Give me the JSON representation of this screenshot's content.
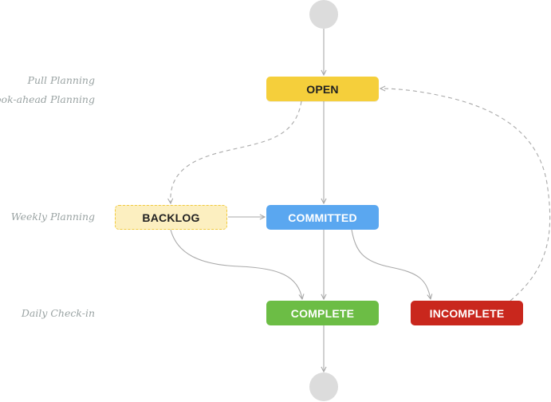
{
  "lanes": {
    "pull_planning": "Pull Planning",
    "lookahead_planning": "Look-ahead Planning",
    "weekly_planning": "Weekly Planning",
    "daily_checkin": "Daily Check-in"
  },
  "nodes": {
    "open": "OPEN",
    "backlog": "BACKLOG",
    "committed": "COMMITTED",
    "complete": "COMPLETE",
    "incomplete": "INCOMPLETE"
  },
  "colors": {
    "open": "#f5cf3b",
    "backlog_fill": "#fcefc0",
    "backlog_border": "#f0c93c",
    "committed": "#5aa7f0",
    "complete": "#6cbd45",
    "incomplete": "#c9271d",
    "terminal": "#dcdcdc",
    "edge": "#aaaaaa"
  }
}
